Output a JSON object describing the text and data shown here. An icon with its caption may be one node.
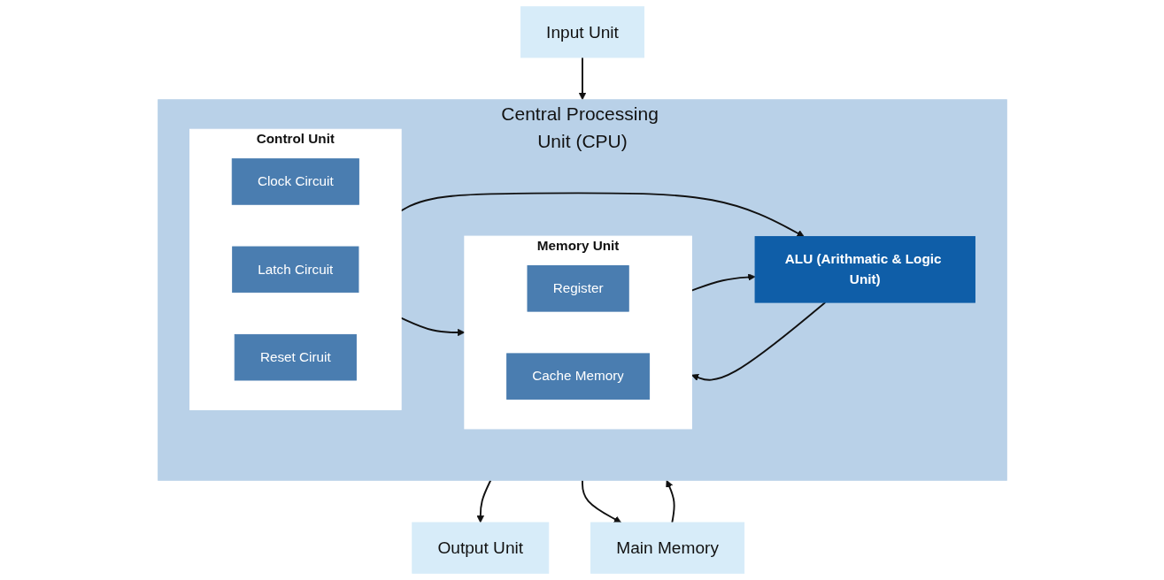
{
  "diagram": {
    "nodes": [
      {
        "text": [
          "Central Processing Unit (CPU)"
        ]
      },
      {
        "text": [
          "Control Unit"
        ],
        "in": 0
      },
      {
        "text": [
          "Clock Circuit"
        ],
        "in": 1
      },
      {
        "text": [
          "Latch Circuit"
        ],
        "in": 1
      },
      {
        "text": [
          "Reset Ciruit"
        ],
        "in": 1
      },
      {
        "text": [
          "Input Unit"
        ]
      },
      {
        "text": [
          "ALU (Arithmatic & Logic Unit)"
        ],
        "in": 0
      },
      {
        "text": [
          "Output Unit"
        ]
      },
      {
        "text": [
          "Memory Unit"
        ],
        "in": 0
      },
      {
        "text": [
          "Register"
        ],
        "in": 8
      },
      {
        "text": [
          "Cache Memory"
        ],
        "in": 8
      },
      {
        "text": [
          "Main Memory"
        ]
      }
    ],
    "edges": [
      {
        "from": 5,
        "to": 0,
        "arrow": "to"
      },
      {
        "from": 0,
        "to": 7,
        "arrow": "to"
      },
      {
        "from": 1,
        "to": 6,
        "arrow": "to"
      },
      {
        "from": 1,
        "to": 8,
        "arrow": "to"
      },
      {
        "from": 6,
        "to": 8,
        "arrow": "to"
      },
      {
        "from": 8,
        "to": 6,
        "arrow": "to"
      },
      {
        "from": 0,
        "to": 11,
        "arrow": "to"
      },
      {
        "from": 11,
        "to": 0,
        "arrow": "to"
      }
    ]
  }
}
